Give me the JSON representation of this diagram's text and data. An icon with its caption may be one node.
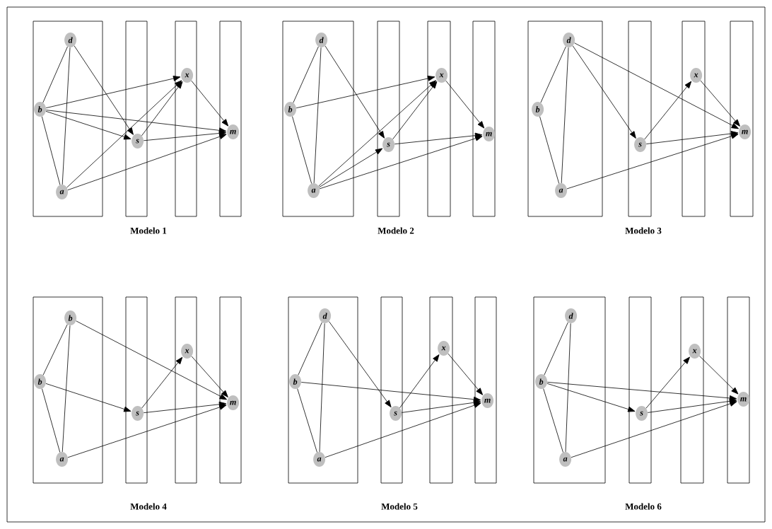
{
  "diagram": {
    "nodes": [
      {
        "text": [],
        "shape": "box"
      },
      {
        "text": [
          "d"
        ],
        "in": 0
      },
      {
        "text": [
          "b"
        ],
        "in": 0
      },
      {
        "text": [
          "a"
        ],
        "in": 0
      },
      {
        "text": [],
        "shape": "box"
      },
      {
        "text": [
          "s"
        ],
        "in": 4
      },
      {
        "text": [],
        "shape": "box"
      },
      {
        "text": [
          "x"
        ],
        "in": 6
      },
      {
        "text": [],
        "shape": "box"
      },
      {
        "text": [
          "m"
        ],
        "in": 8
      },
      {
        "text": [],
        "shape": "box"
      },
      {
        "text": [
          "d"
        ],
        "in": 10
      },
      {
        "text": [
          "b"
        ],
        "in": 10
      },
      {
        "text": [
          "a"
        ],
        "in": 10
      },
      {
        "text": [],
        "shape": "box"
      },
      {
        "text": [
          "s"
        ],
        "in": 14
      },
      {
        "text": [],
        "shape": "box"
      },
      {
        "text": [
          "x"
        ],
        "in": 16
      },
      {
        "text": [],
        "shape": "box"
      },
      {
        "text": [
          "m"
        ],
        "in": 18
      },
      {
        "text": [],
        "shape": "box"
      },
      {
        "text": [
          "d"
        ],
        "in": 20
      },
      {
        "text": [
          "b"
        ],
        "in": 20
      },
      {
        "text": [
          "a"
        ],
        "in": 20
      },
      {
        "text": [],
        "shape": "box"
      },
      {
        "text": [
          "s"
        ],
        "in": 24
      },
      {
        "text": [],
        "shape": "box"
      },
      {
        "text": [
          "x"
        ],
        "in": 26
      },
      {
        "text": [],
        "shape": "box"
      },
      {
        "text": [
          "m"
        ],
        "in": 28
      },
      {
        "text": [],
        "shape": "box"
      },
      {
        "text": [
          "b"
        ],
        "in": 30
      },
      {
        "text": [
          "b"
        ],
        "in": 30
      },
      {
        "text": [
          "a"
        ],
        "in": 30
      },
      {
        "text": [],
        "shape": "box"
      },
      {
        "text": [
          "s"
        ],
        "in": 34
      },
      {
        "text": [],
        "shape": "box"
      },
      {
        "text": [
          "x"
        ],
        "in": 36
      },
      {
        "text": [],
        "shape": "box"
      },
      {
        "text": [
          "m"
        ],
        "in": 38
      },
      {
        "text": [],
        "shape": "box"
      },
      {
        "text": [
          "d"
        ],
        "in": 40
      },
      {
        "text": [
          "b"
        ],
        "in": 40
      },
      {
        "text": [
          "a"
        ],
        "in": 40
      },
      {
        "text": [],
        "shape": "box"
      },
      {
        "text": [
          "s"
        ],
        "in": 44
      },
      {
        "text": [],
        "shape": "box"
      },
      {
        "text": [
          "x"
        ],
        "in": 46
      },
      {
        "text": [],
        "shape": "box"
      },
      {
        "text": [
          "m"
        ],
        "in": 48
      },
      {
        "text": [],
        "shape": "box"
      },
      {
        "text": [
          "d"
        ],
        "in": 50
      },
      {
        "text": [
          "b"
        ],
        "in": 50
      },
      {
        "text": [
          "a"
        ],
        "in": 50
      },
      {
        "text": [],
        "shape": "box"
      },
      {
        "text": [
          "s"
        ],
        "in": 54
      },
      {
        "text": [],
        "shape": "box"
      },
      {
        "text": [
          "x"
        ],
        "in": 56
      },
      {
        "text": [],
        "shape": "box"
      },
      {
        "text": [
          "m"
        ],
        "in": 58
      }
    ],
    "edges": [
      {
        "from": 1,
        "to": 2,
        "arrow": "none"
      },
      {
        "from": 1,
        "to": 3,
        "arrow": "none"
      },
      {
        "from": 2,
        "to": 3,
        "arrow": "none"
      },
      {
        "from": 1,
        "to": 5,
        "arrow": "to"
      },
      {
        "from": 2,
        "to": 7,
        "arrow": "to"
      },
      {
        "from": 2,
        "to": 5,
        "arrow": "to"
      },
      {
        "from": 2,
        "to": 9,
        "arrow": "to"
      },
      {
        "from": 3,
        "to": 7,
        "arrow": "to"
      },
      {
        "from": 3,
        "to": 9,
        "arrow": "to"
      },
      {
        "from": 5,
        "to": 7,
        "arrow": "to"
      },
      {
        "from": 5,
        "to": 9,
        "arrow": "to"
      },
      {
        "from": 7,
        "to": 9,
        "arrow": "to"
      },
      {
        "from": 11,
        "to": 12,
        "arrow": "none"
      },
      {
        "from": 11,
        "to": 13,
        "arrow": "none"
      },
      {
        "from": 12,
        "to": 13,
        "arrow": "none"
      },
      {
        "from": 11,
        "to": 15,
        "arrow": "to"
      },
      {
        "from": 12,
        "to": 17,
        "arrow": "to"
      },
      {
        "from": 13,
        "to": 17,
        "arrow": "to"
      },
      {
        "from": 13,
        "to": 15,
        "arrow": "to"
      },
      {
        "from": 13,
        "to": 19,
        "arrow": "to"
      },
      {
        "from": 15,
        "to": 17,
        "arrow": "to"
      },
      {
        "from": 15,
        "to": 19,
        "arrow": "to"
      },
      {
        "from": 17,
        "to": 19,
        "arrow": "to"
      },
      {
        "from": 21,
        "to": 22,
        "arrow": "none"
      },
      {
        "from": 21,
        "to": 23,
        "arrow": "none"
      },
      {
        "from": 22,
        "to": 23,
        "arrow": "none"
      },
      {
        "from": 21,
        "to": 25,
        "arrow": "to"
      },
      {
        "from": 21,
        "to": 29,
        "arrow": "to"
      },
      {
        "from": 23,
        "to": 29,
        "arrow": "to"
      },
      {
        "from": 25,
        "to": 27,
        "arrow": "to"
      },
      {
        "from": 25,
        "to": 29,
        "arrow": "to"
      },
      {
        "from": 27,
        "to": 29,
        "arrow": "to"
      },
      {
        "from": 31,
        "to": 32,
        "arrow": "none"
      },
      {
        "from": 31,
        "to": 33,
        "arrow": "none"
      },
      {
        "from": 32,
        "to": 33,
        "arrow": "none"
      },
      {
        "from": 31,
        "to": 39,
        "arrow": "to"
      },
      {
        "from": 32,
        "to": 35,
        "arrow": "to"
      },
      {
        "from": 33,
        "to": 39,
        "arrow": "to"
      },
      {
        "from": 35,
        "to": 37,
        "arrow": "to"
      },
      {
        "from": 35,
        "to": 39,
        "arrow": "to"
      },
      {
        "from": 37,
        "to": 39,
        "arrow": "to"
      },
      {
        "from": 41,
        "to": 42,
        "arrow": "none"
      },
      {
        "from": 41,
        "to": 43,
        "arrow": "none"
      },
      {
        "from": 42,
        "to": 43,
        "arrow": "none"
      },
      {
        "from": 41,
        "to": 45,
        "arrow": "to"
      },
      {
        "from": 42,
        "to": 49,
        "arrow": "to"
      },
      {
        "from": 43,
        "to": 49,
        "arrow": "to"
      },
      {
        "from": 45,
        "to": 47,
        "arrow": "to"
      },
      {
        "from": 45,
        "to": 49,
        "arrow": "to"
      },
      {
        "from": 47,
        "to": 49,
        "arrow": "to"
      },
      {
        "from": 51,
        "to": 52,
        "arrow": "none"
      },
      {
        "from": 51,
        "to": 53,
        "arrow": "none"
      },
      {
        "from": 52,
        "to": 53,
        "arrow": "none"
      },
      {
        "from": 52,
        "to": 55,
        "arrow": "to"
      },
      {
        "from": 52,
        "to": 59,
        "arrow": "to"
      },
      {
        "from": 53,
        "to": 59,
        "arrow": "to"
      },
      {
        "from": 55,
        "to": 57,
        "arrow": "to"
      },
      {
        "from": 55,
        "to": 59,
        "arrow": "to"
      },
      {
        "from": 57,
        "to": 59,
        "arrow": "to"
      }
    ],
    "labels": [
      "Modelo 1",
      "Modelo 2",
      "Modelo 3",
      "Modelo 4",
      "Modelo 5",
      "Modelo 6"
    ]
  }
}
